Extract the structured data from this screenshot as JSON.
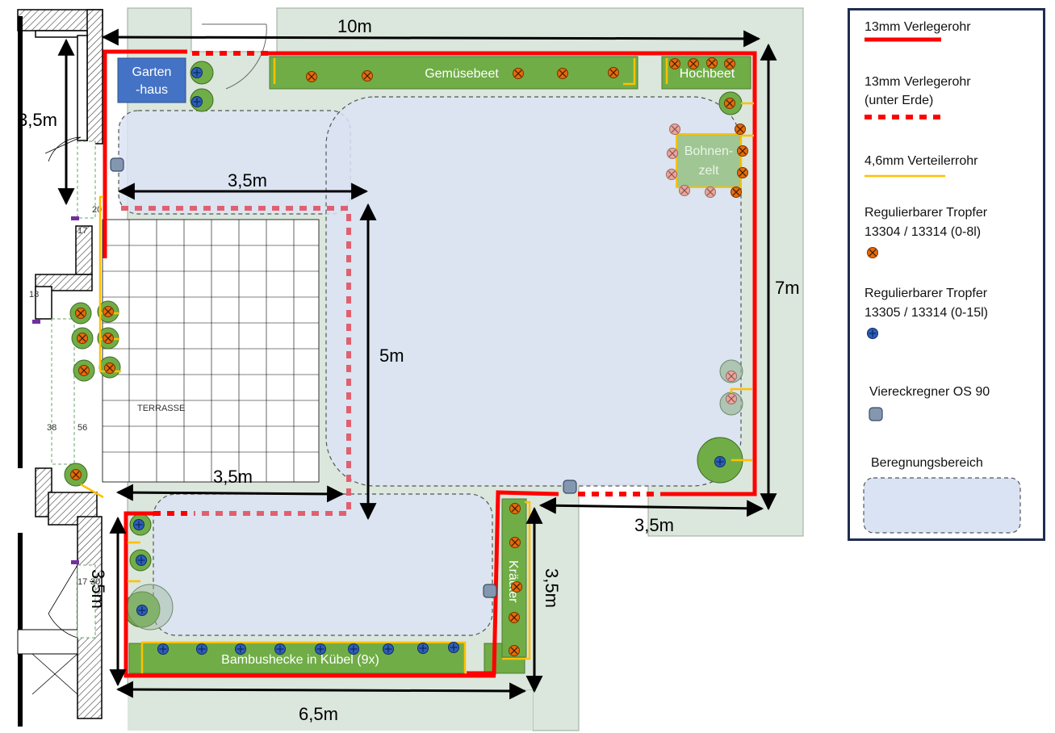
{
  "dimensions": {
    "top_width": "10m",
    "left_height": "3,5m",
    "shed_zone_width": "3,5m",
    "terrace_height": "5m",
    "terrace_width": "3,5m",
    "right_height": "7m",
    "right_lower_width": "3,5m",
    "lower_left_height": "3,5m",
    "lower_right_height": "3,5m",
    "bottom_width": "6,5m"
  },
  "labels": {
    "gartenhaus_line1": "Garten",
    "gartenhaus_line2": "-haus",
    "gemuesebeet": "Gemüsebeet",
    "hochbeet": "Hochbeet",
    "bohnenzelt_line1": "Bohnen-",
    "bohnenzelt_line2": "zelt",
    "terrasse": "TERRASSE",
    "kraeuter": "Kräuter",
    "bambushecke": "Bambushecke in Kübel (9x)",
    "plan_num_17a": "17",
    "plan_num_20": "20",
    "plan_num_18": "18",
    "plan_num_38": "38",
    "plan_num_56": "56",
    "plan_num_17b": "17",
    "plan_num_30": "30"
  },
  "legend": {
    "pipe13": "13mm Verlegerohr",
    "pipe13_under_1": "13mm Verlegerohr",
    "pipe13_under_2": "(unter Erde)",
    "pipe46": "4,6mm Verteilerrohr",
    "dripper8_1": "Regulierbarer Tropfer",
    "dripper8_2": "13304 / 13314  (0-8l)",
    "dripper15_1": "Regulierbarer Tropfer",
    "dripper15_2": "13305 / 13314  (0-15l)",
    "sprinkler": "Viereckregner OS 90",
    "area": "Beregnungsbereich"
  },
  "colors": {
    "pipe13": "#ff0000",
    "pipe46": "#ffc000",
    "dripper8": "#e46c0a",
    "dripper15": "#2e5fb5",
    "sprinkler": "#8497b0",
    "area": "#dae3f3",
    "bed": "#70ad47",
    "shed": "#4472c4",
    "legend_border": "#1f2d4f"
  }
}
